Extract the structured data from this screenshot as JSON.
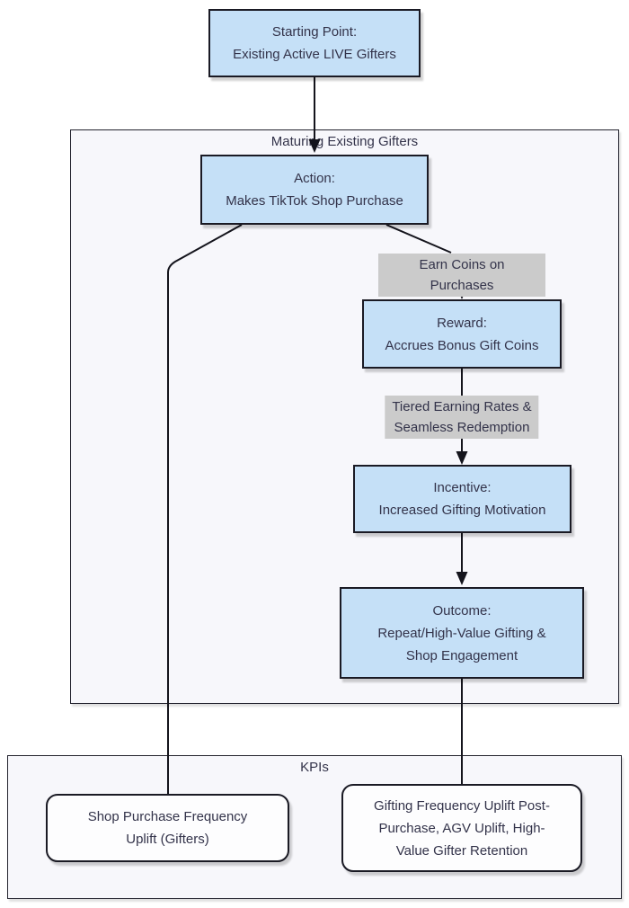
{
  "diagram": {
    "type": "flowchart",
    "direction": "top-down"
  },
  "nodes": {
    "start": {
      "label": "Starting Point:\nExisting Active LIVE Gifters"
    },
    "action": {
      "label": "Action:\nMakes TikTok Shop Purchase"
    },
    "reward": {
      "label": "Reward:\nAccrues Bonus Gift Coins"
    },
    "incentive": {
      "label": "Incentive:\nIncreased Gifting Motivation"
    },
    "outcome": {
      "label": "Outcome:\nRepeat/High-Value Gifting &\nShop Engagement"
    },
    "kpi_left": {
      "label": "Shop Purchase Frequency\nUplift (Gifters)"
    },
    "kpi_right": {
      "label": "Gifting Frequency Uplift Post-\nPurchase, AGV Uplift, High-\nValue Gifter Retention"
    }
  },
  "containers": {
    "maturing": {
      "label": "Maturing Existing Gifters"
    },
    "kpis": {
      "label": "KPIs"
    }
  },
  "edge_labels": {
    "earn_coins": "Earn Coins on Purchases",
    "tiered": "Tiered Earning Rates &\nSeamless Redemption"
  },
  "edges": [
    {
      "from": "start",
      "to": "action",
      "label": ""
    },
    {
      "from": "action",
      "to": "kpi_left",
      "label": ""
    },
    {
      "from": "action",
      "to": "reward",
      "label": "Earn Coins on Purchases"
    },
    {
      "from": "reward",
      "to": "incentive",
      "label": "Tiered Earning Rates & Seamless Redemption"
    },
    {
      "from": "incentive",
      "to": "outcome",
      "label": ""
    },
    {
      "from": "outcome",
      "to": "kpi_right",
      "label": ""
    }
  ],
  "colors": {
    "node_fill": "#c5e0f7",
    "node_border": "#1a1a24",
    "text_color": "#33334a",
    "container_fill": "#f7f7fb",
    "container_border": "#23232e",
    "label_bg": "#cbcbcb",
    "edge_color": "#14141c",
    "kpi_fill": "#fdfdfe",
    "page_bg": "#ffffff"
  }
}
